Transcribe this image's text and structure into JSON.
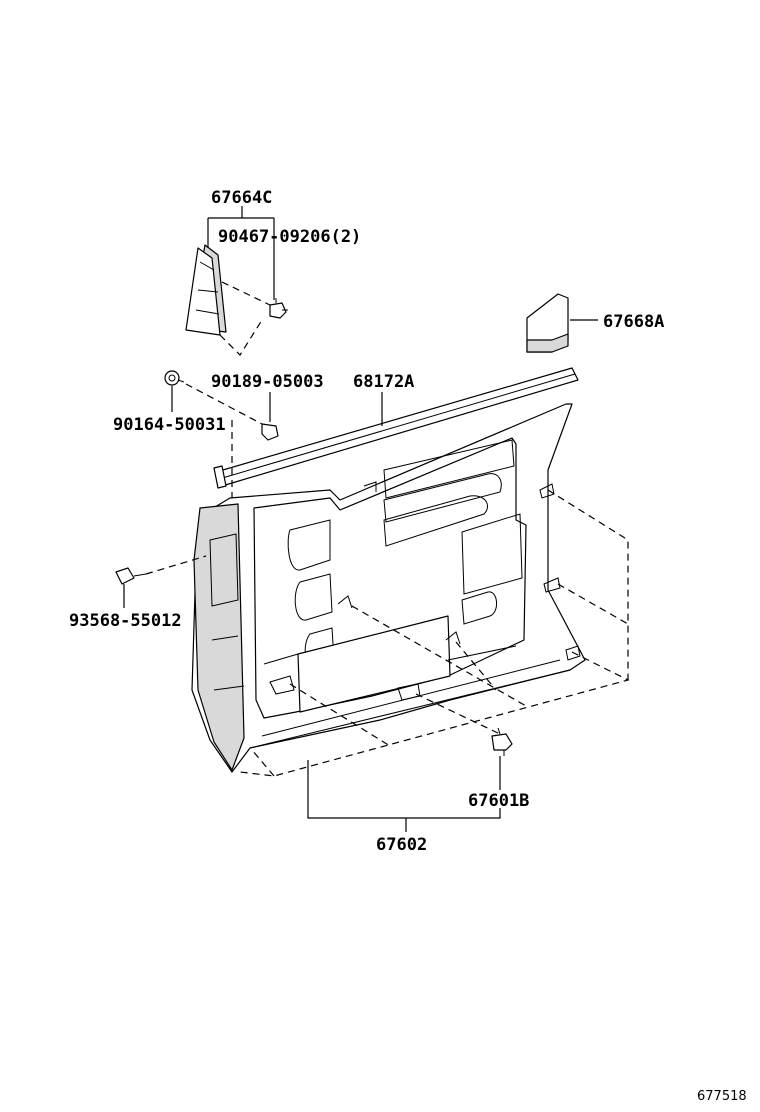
{
  "labels": {
    "p67664c": "67664C",
    "p90467": "90467-09206(2)",
    "p67668a": "67668A",
    "p90189": "90189-05003",
    "p68172a": "68172A",
    "p90164": "90164-50031",
    "p93568": "93568-55012",
    "p67601b": "67601B",
    "p67602": "67602"
  },
  "figure_id": "677518"
}
